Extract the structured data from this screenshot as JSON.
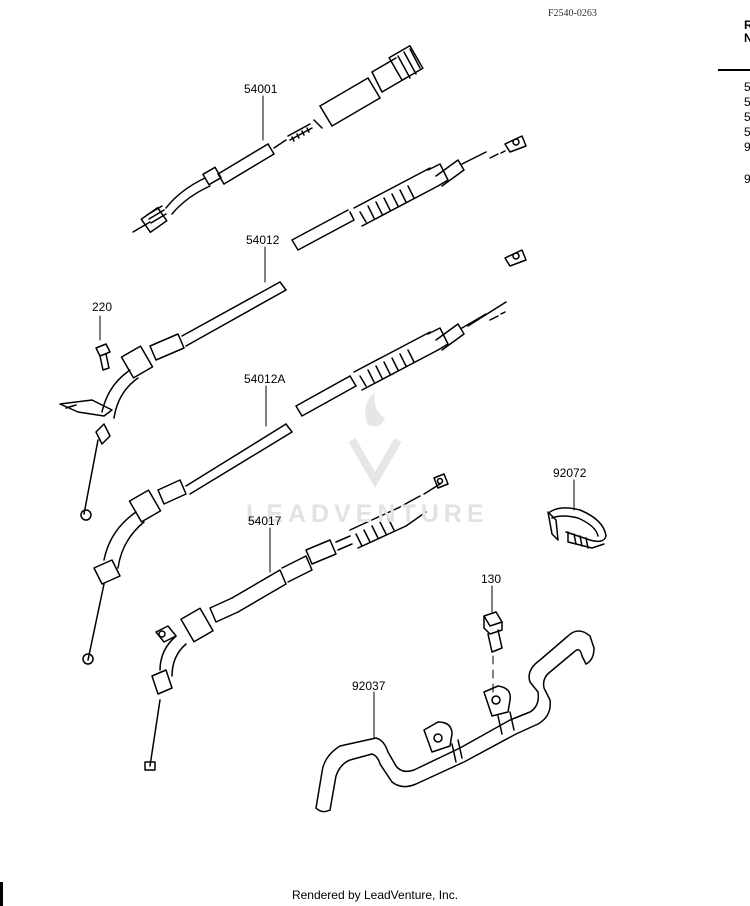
{
  "figure_code": "F2540-0263",
  "watermark": "LEADVENTURE",
  "footer": "Rendered by LeadVenture, Inc.",
  "callouts": [
    {
      "id": "54001",
      "label": "54001"
    },
    {
      "id": "54012",
      "label": "54012"
    },
    {
      "id": "220",
      "label": "220"
    },
    {
      "id": "54012a",
      "label": "54012A"
    },
    {
      "id": "54017",
      "label": "54017"
    },
    {
      "id": "92072",
      "label": "92072"
    },
    {
      "id": "130",
      "label": "130"
    },
    {
      "id": "92037",
      "label": "92037"
    }
  ],
  "side_column": {
    "header": [
      "R",
      "N"
    ],
    "rows": [
      "5",
      "5",
      "5",
      "5",
      "9",
      "9"
    ]
  }
}
